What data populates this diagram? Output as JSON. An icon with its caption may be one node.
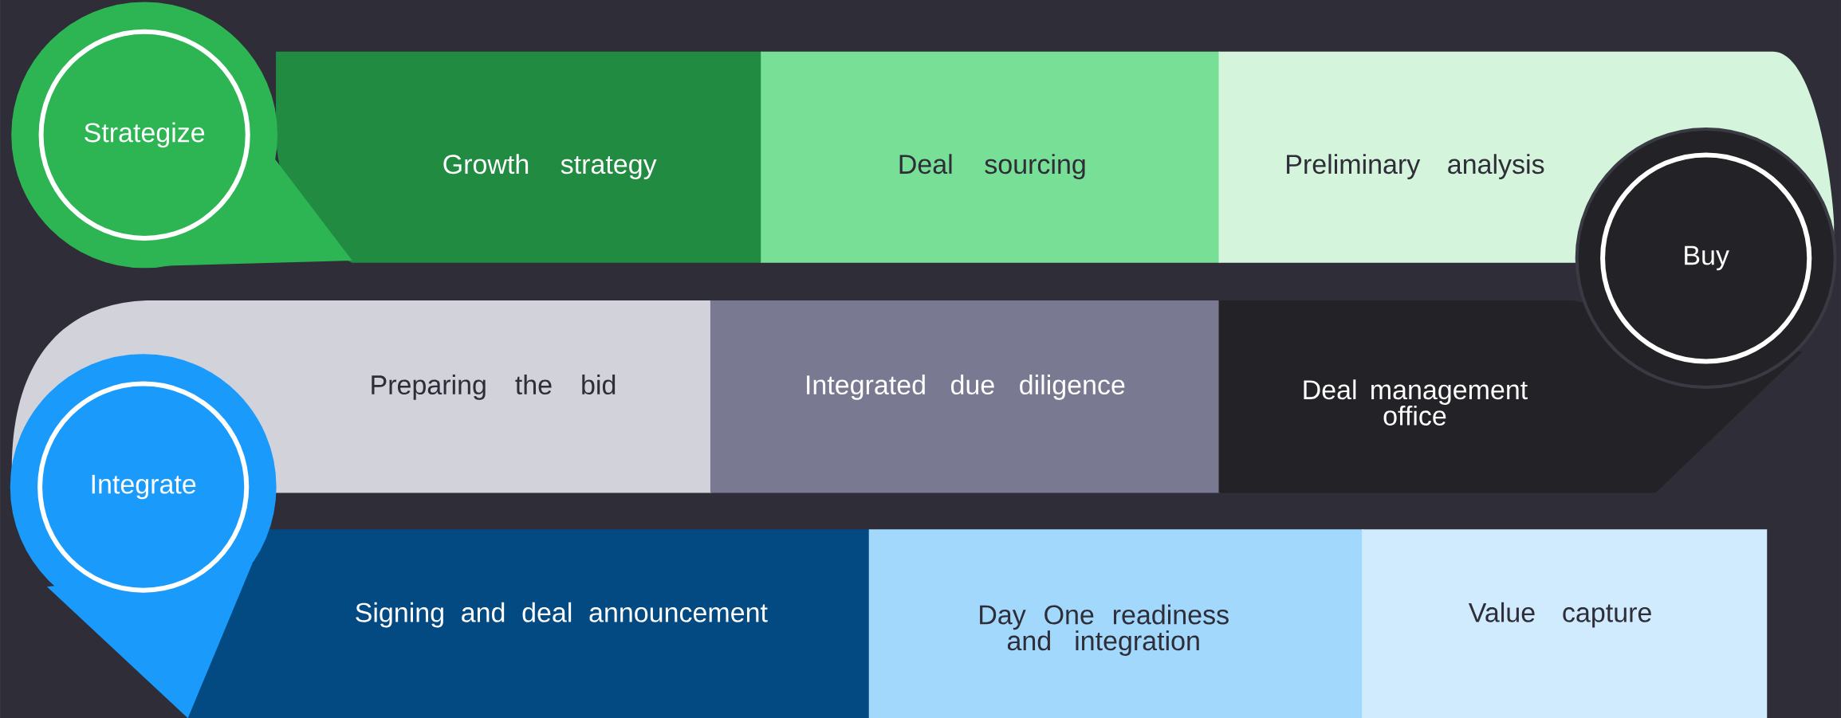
{
  "diagram": {
    "nodes": [
      {
        "text": [
          "Strategize"
        ]
      },
      {
        "text": [
          "Growth strategy"
        ]
      },
      {
        "text": [
          "Deal sourcing"
        ]
      },
      {
        "text": [
          "Preliminary analysis"
        ]
      },
      {
        "text": [
          "Buy"
        ]
      },
      {
        "text": [
          "Preparing the bid"
        ]
      },
      {
        "text": [
          "Integrated due diligence"
        ]
      },
      {
        "text": [
          "Deal management office"
        ]
      },
      {
        "text": [
          "Integrate"
        ]
      },
      {
        "text": [
          "Signing and deal announcement"
        ]
      },
      {
        "text": [
          "Day One readiness and integration"
        ]
      },
      {
        "text": [
          "Value capture"
        ]
      }
    ]
  }
}
